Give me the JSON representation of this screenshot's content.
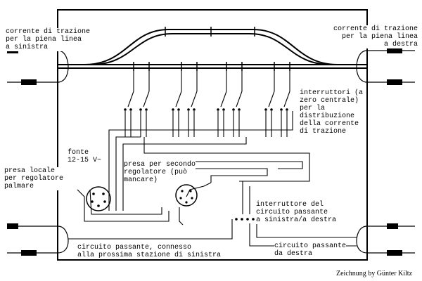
{
  "labels": {
    "left_feed": [
      "corrente di trazione",
      "per la piena linea",
      "a sinistra"
    ],
    "right_feed": [
      "corrente di trazione",
      "per la piena linea",
      "a destra"
    ],
    "switches": [
      "interruttori (a",
      "zero centrale)",
      "per la",
      "distribuzione",
      "della corrente",
      "di trazione"
    ],
    "source": [
      "fonte",
      "12-15 V~"
    ],
    "second_regulator": [
      "presa per secondo",
      "regolatore (può",
      "mancare)"
    ],
    "local_socket": [
      "presa locale",
      "per regolatore",
      "palmare"
    ],
    "passing_switch": [
      "interruttore del",
      "circuito passante",
      "a sinistra/a destra"
    ],
    "passing_left": [
      "circuito passante, connesso",
      "alla prossima stazione di sinistra"
    ],
    "passing_right": [
      "circuito  passante",
      "da destra"
    ]
  },
  "signature": "Zeichnung by Günter Kiltz",
  "colors": {
    "ink": "#000000",
    "paper": "#ffffff"
  }
}
